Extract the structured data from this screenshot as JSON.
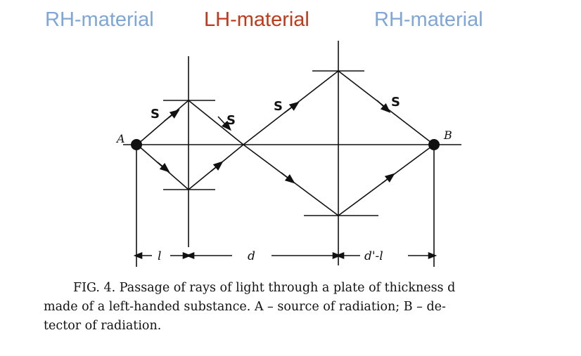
{
  "header": {
    "left_label": "RH-material",
    "middle_label": "LH-material",
    "right_label": "RH-material"
  },
  "colors": {
    "rh_label": "#7fa6d6",
    "lh_label": "#c0391b",
    "ink": "#111111"
  },
  "figure": {
    "point_a": "A",
    "point_b": "B",
    "ray_labels": [
      "S",
      "S",
      "S",
      "S"
    ],
    "dim_labels": [
      "l",
      "d",
      "d'-l"
    ]
  },
  "caption": {
    "line1": "FIG. 4. Passage of rays of light through a plate of thickness d",
    "line2": "made of a left-handed substance. A – source of radiation; B – de-",
    "line3": "tector of radiation."
  }
}
